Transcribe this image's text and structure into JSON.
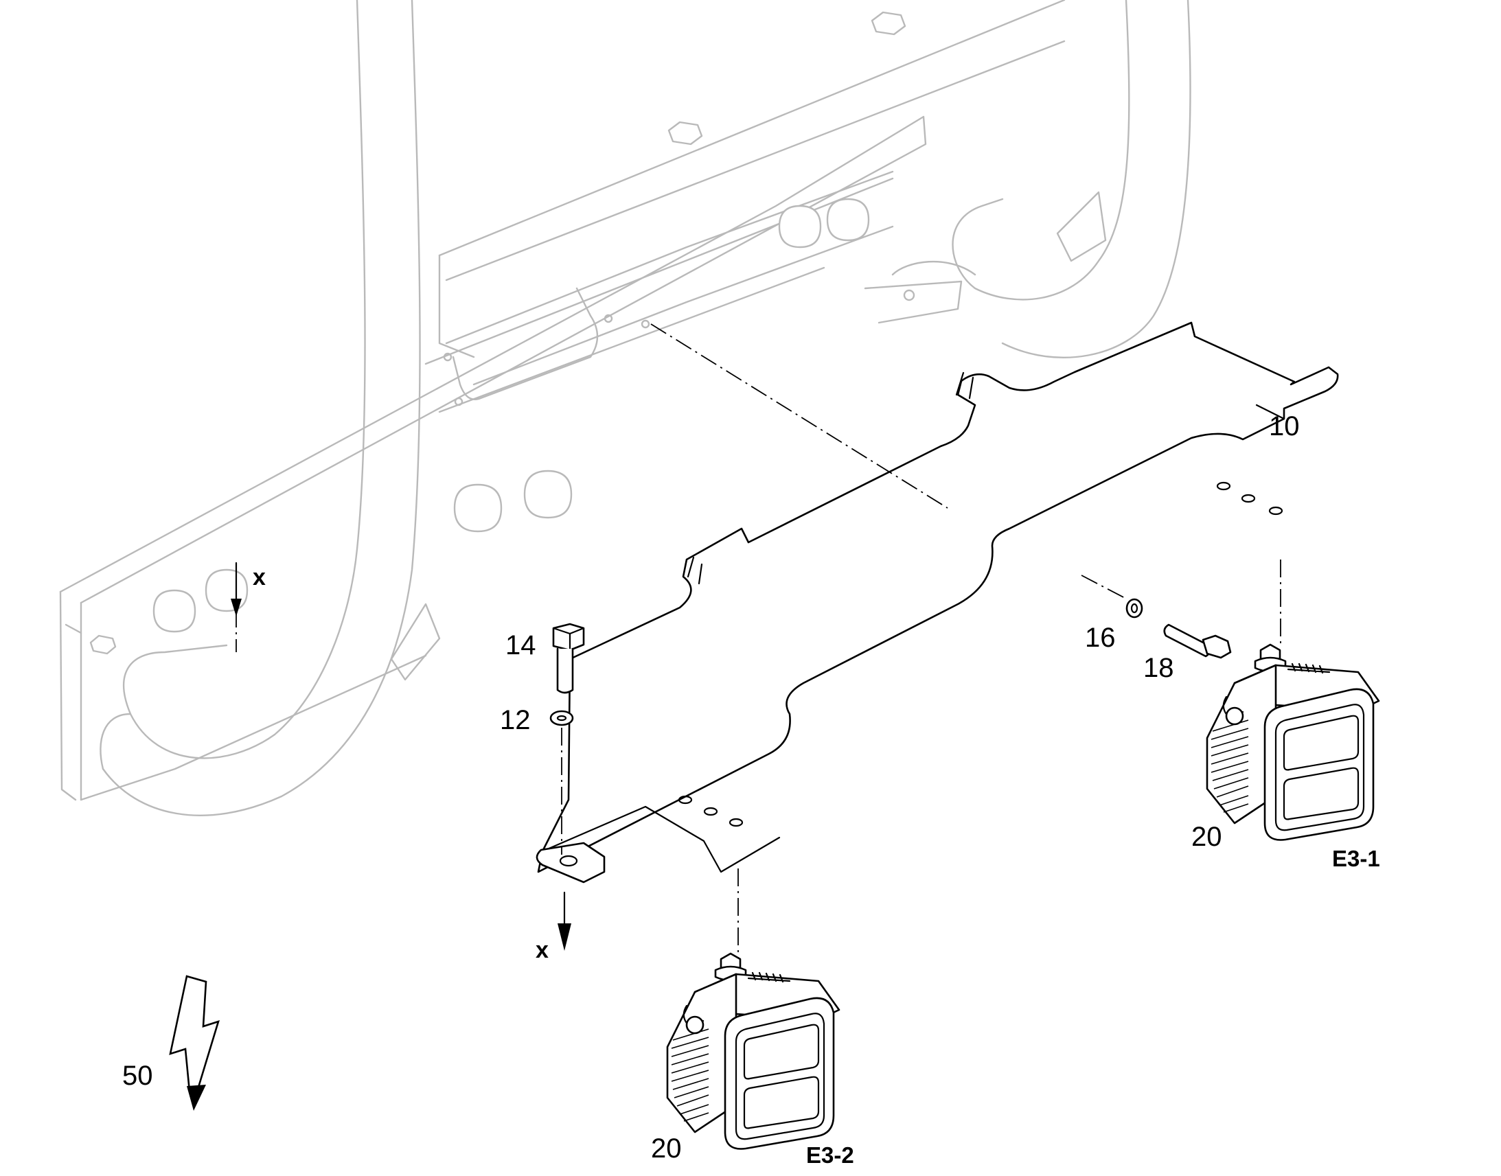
{
  "callouts": {
    "bracket": "10",
    "washer_left": "12",
    "bolt_left": "14",
    "washer_right": "16",
    "bolt_right": "18",
    "lamp_right": "20",
    "lamp_left": "20",
    "electrical": "50"
  },
  "lamp_tags": {
    "right": "E3-1",
    "left": "E3-2"
  },
  "reference_marks": {
    "top": "x",
    "bottom": "x"
  },
  "colors": {
    "parts": "#000000",
    "background_assembly": "#b9b9b9"
  },
  "icons": [
    "lightning-bolt-icon",
    "arrow-down-icon"
  ]
}
